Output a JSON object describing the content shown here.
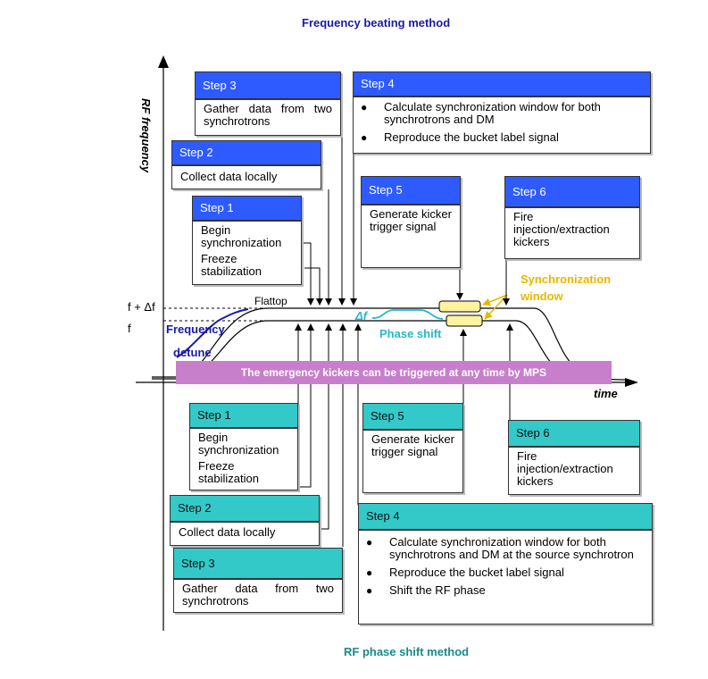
{
  "top_title": "Frequency beating method",
  "bottom_title": "RF phase shift method",
  "axis": {
    "y_label": "RF frequency",
    "x_label": "time"
  },
  "levels": {
    "upper": "f + Δf",
    "lower": "f"
  },
  "annotations": {
    "flattop": "Flattop",
    "frequency": "Frequency",
    "detune": "detune",
    "delta_f": "Δf",
    "phase_shift": "Phase shift",
    "sync_window_1": "Synchronization",
    "sync_window_2": "window",
    "mps_bar": "The emergency kickers can be triggered at any time by MPS"
  },
  "colors": {
    "blue_header": "#2e5bff",
    "teal_header": "#33c9c9",
    "mps_bar": "#c77fcc",
    "sync_window": "#e6c200",
    "navy_text": "#1a1aa6",
    "teal_text": "#2ab7c8"
  },
  "frequency_beating_steps": {
    "step1": {
      "title": "Step 1",
      "lines": [
        "Begin synchronization",
        "Freeze stabilization"
      ]
    },
    "step2": {
      "title": "Step 2",
      "lines": [
        "Collect data locally"
      ]
    },
    "step3": {
      "title": "Step 3",
      "lines": [
        "Gather data from two synchrotrons"
      ]
    },
    "step4": {
      "title": "Step 4",
      "bullets": [
        "Calculate synchronization window for both synchrotrons and DM",
        "Reproduce the bucket label signal"
      ]
    },
    "step5": {
      "title": "Step 5",
      "lines": [
        "Generate kicker trigger signal"
      ]
    },
    "step6": {
      "title": "Step 6",
      "lines": [
        "Fire injection/extraction kickers"
      ]
    }
  },
  "phase_shift_steps": {
    "step1": {
      "title": "Step 1",
      "lines": [
        "Begin synchronization",
        "Freeze stabilization"
      ]
    },
    "step2": {
      "title": "Step 2",
      "lines": [
        "Collect data locally"
      ]
    },
    "step3": {
      "title": "Step 3",
      "lines": [
        "Gather data from two synchrotrons"
      ]
    },
    "step4": {
      "title": "Step 4",
      "bullets": [
        "Calculate synchronization window for both synchrotrons and DM at the source synchrotron",
        "Reproduce the bucket label signal",
        "Shift the RF phase"
      ]
    },
    "step5": {
      "title": "Step 5",
      "lines": [
        "Generate kicker trigger signal"
      ]
    },
    "step6": {
      "title": "Step 6",
      "lines": [
        "Fire injection/extraction kickers"
      ]
    }
  }
}
